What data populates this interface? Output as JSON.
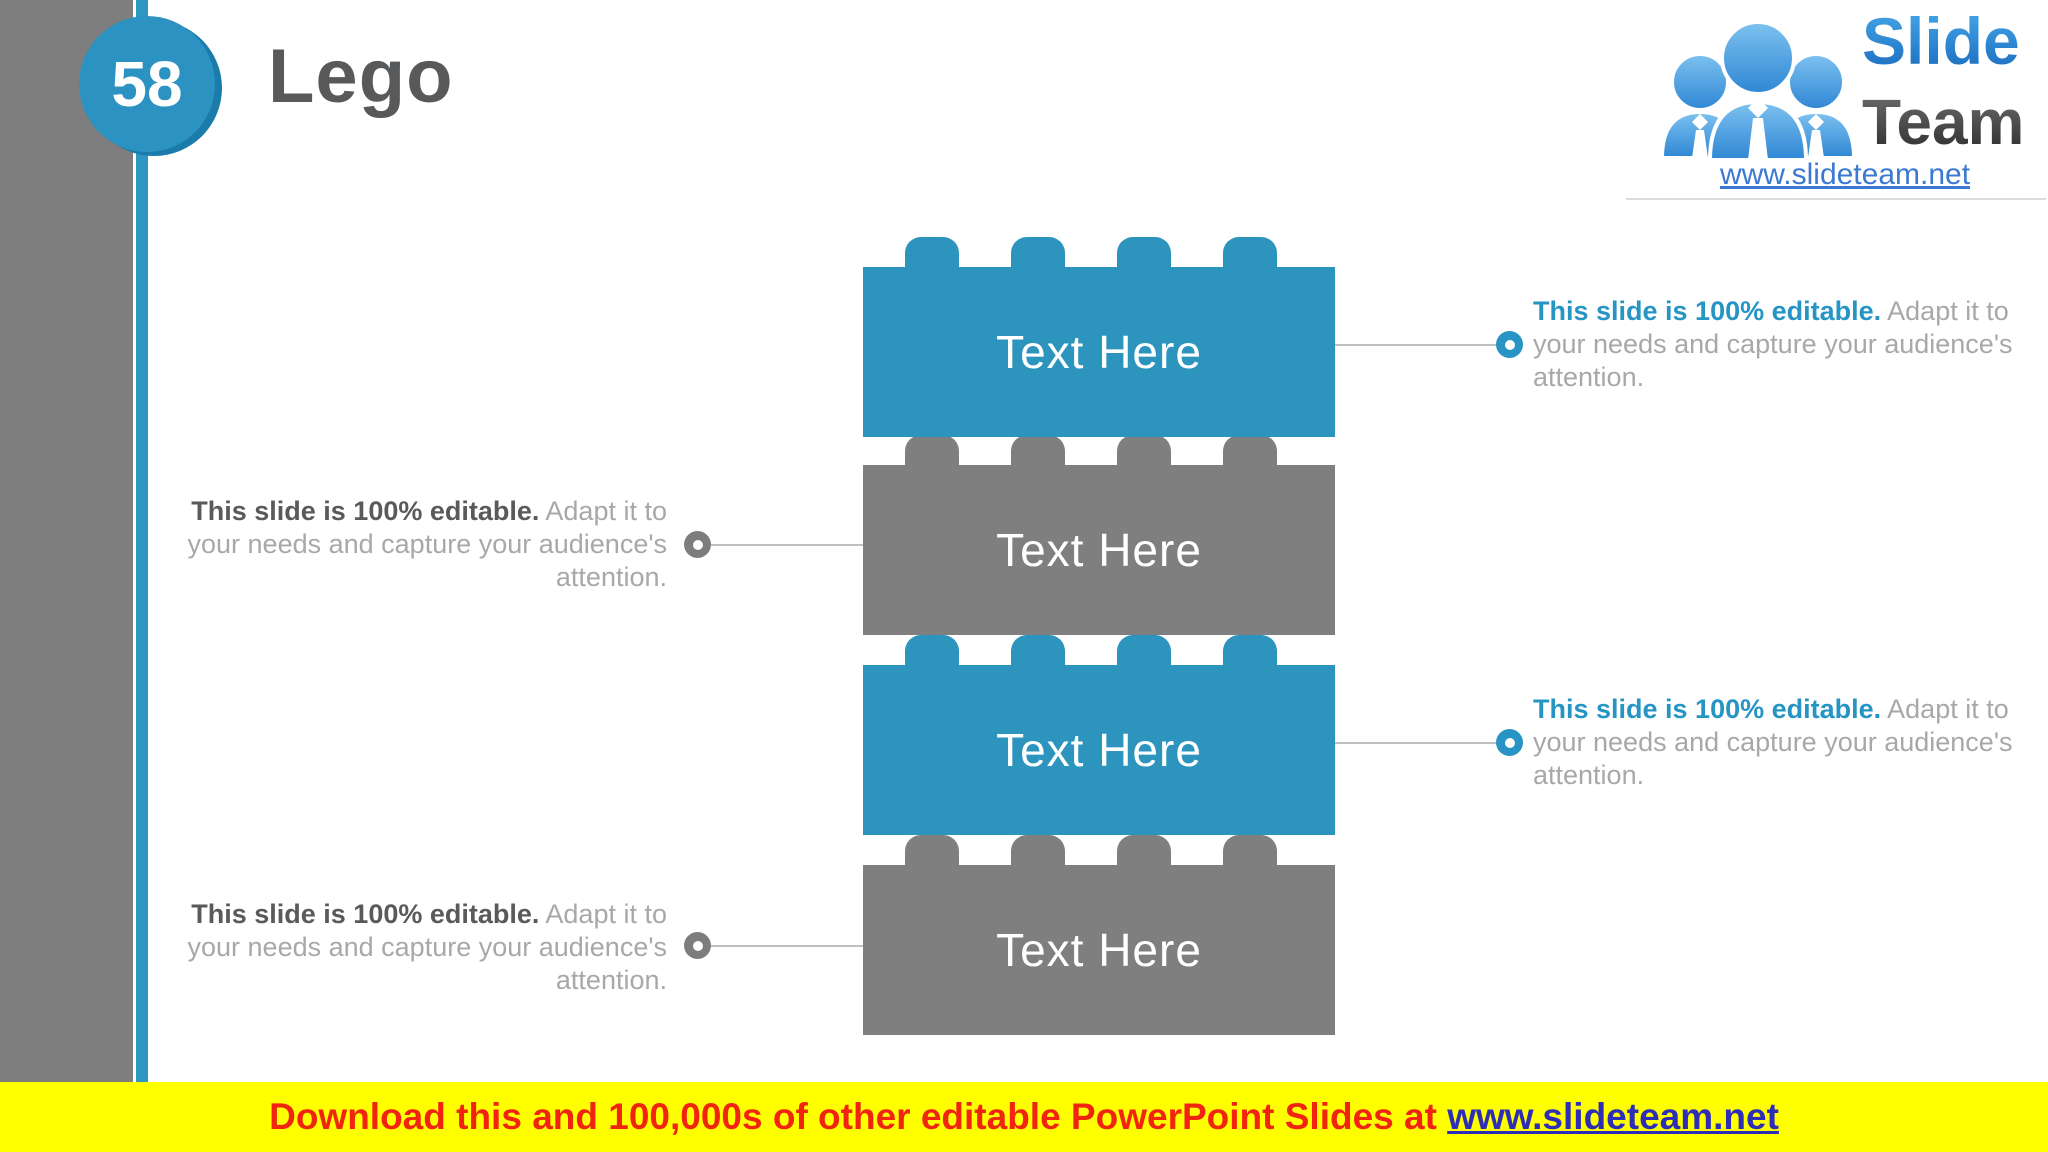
{
  "slide": {
    "number": "58",
    "title": "Lego"
  },
  "logo": {
    "word1": "Slide",
    "word2": "Team",
    "url": "www.slideteam.net",
    "people_icon": "three-users-icon"
  },
  "bricks": [
    {
      "label": "Text Here",
      "color": "blue"
    },
    {
      "label": "Text Here",
      "color": "gray"
    },
    {
      "label": "Text Here",
      "color": "blue"
    },
    {
      "label": "Text Here",
      "color": "gray"
    }
  ],
  "annotations": [
    {
      "side": "right",
      "lead": "This slide is 100% editable.",
      "body": "Adapt it to your needs and capture your audience's attention."
    },
    {
      "side": "left",
      "lead": "This slide is 100% editable.",
      "body": "Adapt it to your needs and capture your audience's attention."
    },
    {
      "side": "right",
      "lead": "This slide is 100% editable.",
      "body": "Adapt it to your needs and capture your audience's attention."
    },
    {
      "side": "left",
      "lead": "This slide is 100% editable.",
      "body": "Adapt it to your needs and capture your audience's attention."
    }
  ],
  "footer": {
    "text": "Download this and 100,000s of other editable PowerPoint Slides at ",
    "link": "www.slideteam.net"
  },
  "colors": {
    "accent_blue": "#2d96c2",
    "brick_blue": "#2d94be",
    "brick_gray": "#7f7f7f",
    "sidebar_gray": "#7e7e7e",
    "title_gray": "#58595b",
    "note_lead_blue": "#2795c4",
    "note_lead_dark": "#5a5a5c",
    "note_body_gray": "#a8a8a8",
    "banner_yellow": "#ffff00",
    "banner_red": "#f1250f",
    "banner_link_blue": "#2d2db5",
    "logo_blue": "#2e8ed8",
    "logo_dark": "#4e4f53"
  }
}
